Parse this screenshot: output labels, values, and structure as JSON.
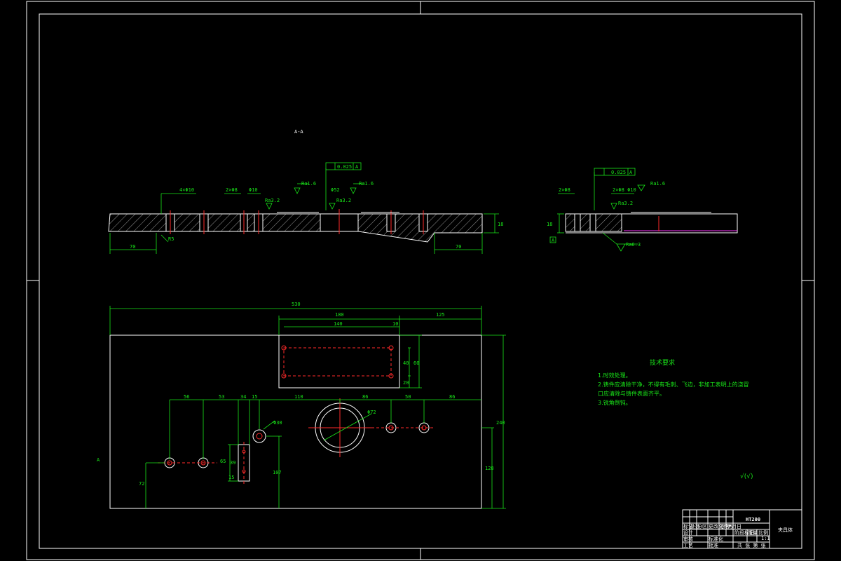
{
  "section_labels": {
    "section_aa_title": "A-A",
    "section_a_marker": "A"
  },
  "left_section": {
    "holes_label": "4×Φ10",
    "slot_label": "2×Φ8",
    "d10_label": "Φ10",
    "d52_label": "Φ52",
    "ra_a": "Ra1.6",
    "ra_b": "Ra3.2",
    "ra_c": "Ra1.6",
    "ra_d": "Ra3.2",
    "tolerance": "0.025",
    "datum": "A",
    "dim_left": "70",
    "dim_right": "70",
    "dim_height": "18",
    "dim_r5": "R5"
  },
  "right_section": {
    "hole_label": "2×Φ8",
    "hole_label2": "2×Φ8 Φ10",
    "ra_a": "Ra1.6",
    "ra_b": "Ra3.2",
    "ra_bottom": "Ra6.3",
    "tolerance": "0.025",
    "datum": "A",
    "dim_height": "18"
  },
  "plan_view": {
    "overall_width": "530",
    "dim_180": "180",
    "dim_125": "125",
    "dim_140": "140",
    "dim_10": "10",
    "dim_40": "40",
    "dim_60": "60",
    "dim_20": "20",
    "dim_56": "56",
    "dim_53": "53",
    "dim_34": "34",
    "dim_15": "15",
    "dim_110": "110",
    "dim_86": "86",
    "dim_50": "50",
    "dim_86b": "86",
    "dim_240": "240",
    "dim_128": "128",
    "dim_107": "107",
    "dim_72": "72",
    "dim_39": "39",
    "dim_65": "65",
    "dim_15b": "15",
    "d72_label": "Φ72",
    "d30_label": "Φ30",
    "a_marker": "A"
  },
  "tech_notes": {
    "heading": "技术要求",
    "lines": [
      "1.时效处理。",
      "2.铸件应清除干净，不得有毛刺、飞边，非加工表明上的浇冒",
      "口应清除与铸件表面齐平。",
      "3.锐角倒钝。"
    ]
  },
  "roughness_symbol": "√(√)",
  "title_block": {
    "material": "HT200",
    "part_name": "夹具体",
    "row_labels": [
      "标记",
      "处数",
      "分区",
      "更改文件号",
      "签名",
      "年月日"
    ],
    "stage_labels": [
      "阶段标记",
      "重量",
      "比例"
    ],
    "scale": "1:1",
    "sheet_label": "共 张 第 张",
    "role_labels": [
      "设计",
      "审核",
      "工艺",
      "标准化",
      "批准"
    ]
  },
  "colors": {
    "background": "#000000",
    "outline": "#ffffff",
    "dimension": "#19e619",
    "centerline": "#ff2a2a",
    "hidden": "#ff33ff"
  }
}
